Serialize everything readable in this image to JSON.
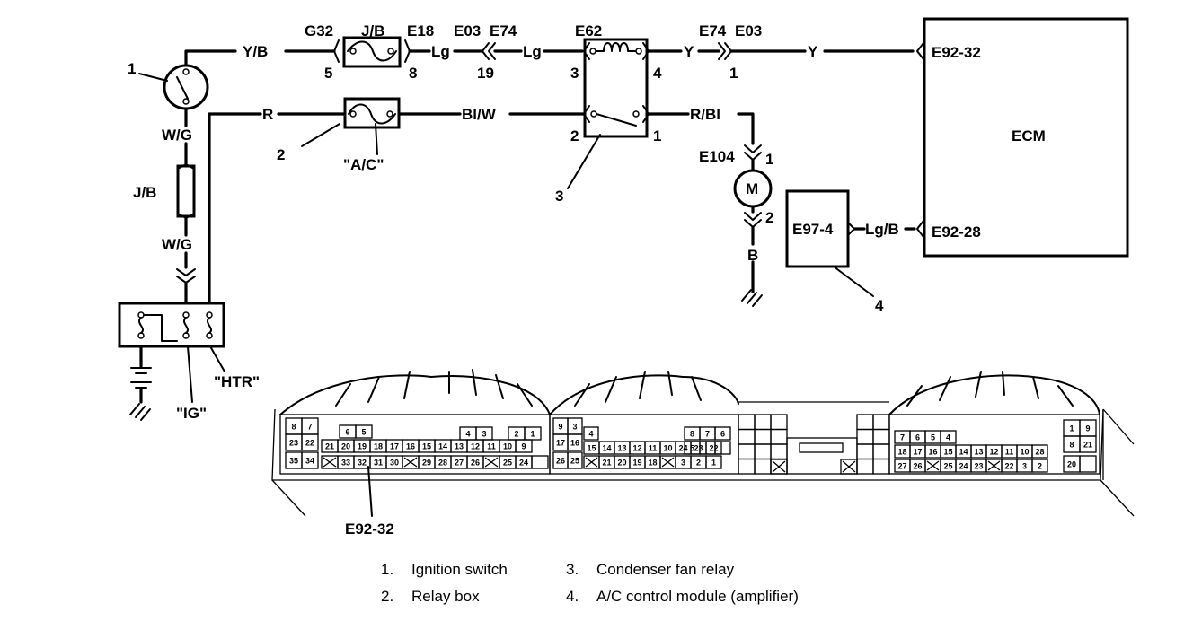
{
  "labels": {
    "y_b": "Y/B",
    "g32": "G32",
    "jb_top": "J/B",
    "e18": "E18",
    "e03_a": "E03",
    "e74_a": "E74",
    "e62": "E62",
    "e74_b": "E74",
    "e03_b": "E03",
    "lg_a": "Lg",
    "lg_b": "Lg",
    "y_a": "Y",
    "y_b2": "Y",
    "pin5": "5",
    "pin8": "8",
    "pin19": "19",
    "pin3": "3",
    "pin4": "4",
    "pin1_conn": "1",
    "r": "R",
    "bl_w": "Bl/W",
    "r_bl": "R/Bl",
    "pin2_relay": "2",
    "pin1_relay": "1",
    "ac": "\"A/C\"",
    "e104": "E104",
    "m_pin1": "1",
    "m_pin2": "2",
    "motor": "M",
    "b": "B",
    "w_g_1": "W/G",
    "jb_left": "J/B",
    "w_g_2": "W/G",
    "htr": "\"HTR\"",
    "ig": "\"IG\"",
    "ecm": "ECM",
    "e92_32": "E92-32",
    "e92_28": "E92-28",
    "e97_4": "E97-4",
    "lg_b_wire": "Lg/B",
    "conn_e92_32": "E92-32"
  },
  "callouts": [
    "1",
    "2",
    "3",
    "4"
  ],
  "connector_pins": {
    "left": [
      "8",
      "7",
      "23",
      "22",
      "35",
      "34",
      "6",
      "5",
      "21",
      "20",
      "19",
      "18",
      "17",
      "16",
      "15",
      "14",
      "13",
      "12",
      "11",
      "10",
      "9",
      "4",
      "3",
      "2",
      "1",
      "33",
      "32",
      "31",
      "30",
      "29",
      "28",
      "27",
      "26",
      "25",
      "24"
    ],
    "middle": [
      "9",
      "3",
      "17",
      "16",
      "26",
      "25",
      "4",
      "15",
      "14",
      "13",
      "12",
      "11",
      "10",
      "24",
      "23",
      "22",
      "21",
      "20",
      "19",
      "18",
      "3",
      "2",
      "1",
      "8",
      "7",
      "6",
      "5"
    ],
    "right": [
      "7",
      "6",
      "5",
      "4",
      "18",
      "17",
      "16",
      "15",
      "14",
      "13",
      "12",
      "11",
      "10",
      "28",
      "27",
      "26",
      "25",
      "24",
      "23",
      "22",
      "3",
      "2",
      "1",
      "9",
      "8",
      "21",
      "20"
    ]
  },
  "legend": [
    {
      "num": "1.",
      "text": "Ignition switch"
    },
    {
      "num": "3.",
      "text": "Condenser fan relay"
    },
    {
      "num": "2.",
      "text": "Relay box"
    },
    {
      "num": "4.",
      "text": "A/C control module (amplifier)"
    }
  ]
}
